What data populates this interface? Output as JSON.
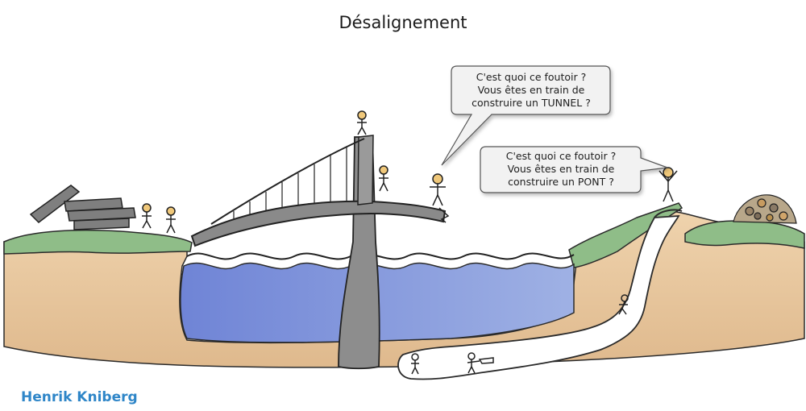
{
  "title": "Désalignement",
  "bubbles": [
    {
      "id": "tunnel",
      "lines": [
        "C'est quoi ce foutoir ?",
        "Vous êtes en train de",
        "construire un TUNNEL ?"
      ]
    },
    {
      "id": "pont",
      "lines": [
        "C'est quoi ce foutoir ?",
        "Vous êtes en train de",
        "construire un PONT ?"
      ]
    }
  ],
  "credit": "Henrik Kniberg",
  "colors": {
    "water": "#7d8fd8",
    "soil": "#e8c9a2",
    "grass": "#8fbd88",
    "bridge": "#8a8a8a",
    "tunnel": "#ffffff",
    "credit": "#2f86c8"
  }
}
